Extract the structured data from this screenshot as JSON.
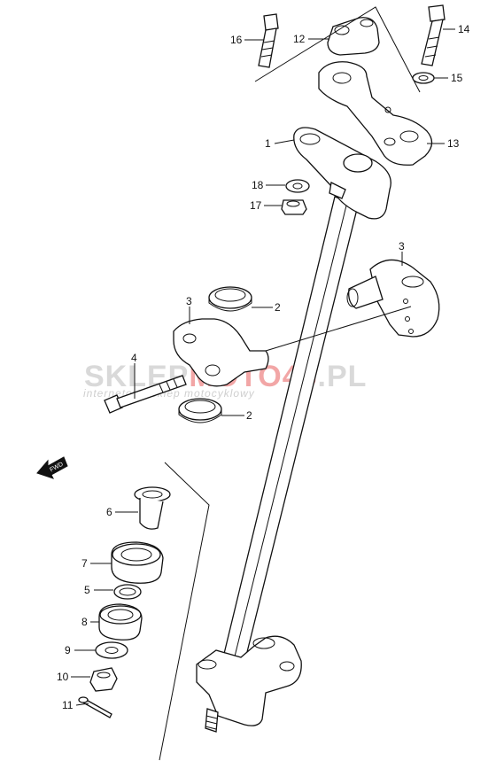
{
  "callouts": {
    "c1": "1",
    "c2a": "2",
    "c2b": "2",
    "c3a": "3",
    "c3b": "3",
    "c4": "4",
    "c5": "5",
    "c6": "6",
    "c7": "7",
    "c8": "8",
    "c9": "9",
    "c10": "10",
    "c11": "11",
    "c12": "12",
    "c13": "13",
    "c14": "14",
    "c15": "15",
    "c16": "16",
    "c17": "17",
    "c18": "18"
  },
  "fwd_label": "FWD",
  "watermark": {
    "brand_left": "SKLEP",
    "brand_accent": "MOTO46",
    "brand_right": ".PL",
    "tagline": "internetowy sklep motocyklowy"
  }
}
